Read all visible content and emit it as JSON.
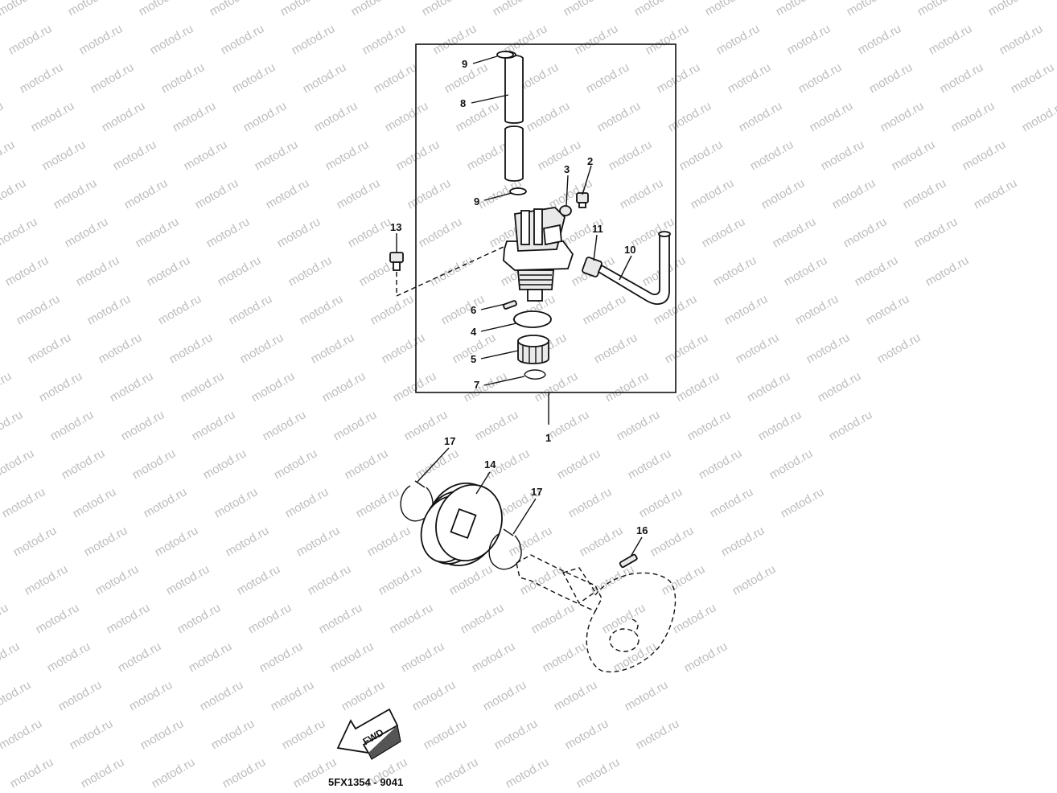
{
  "watermark": {
    "text": "motod.ru"
  },
  "diagram": {
    "code": "5FX1354 - 9041",
    "fwd_label": "FWD",
    "callouts": {
      "c1": "1",
      "c2": "2",
      "c3": "3",
      "c4": "4",
      "c5": "5",
      "c6": "6",
      "c7": "7",
      "c8": "8",
      "c9a": "9",
      "c9b": "9",
      "c10": "10",
      "c11": "11",
      "c13": "13",
      "c14": "14",
      "c16": "16",
      "c17a": "17",
      "c17b": "17"
    }
  }
}
